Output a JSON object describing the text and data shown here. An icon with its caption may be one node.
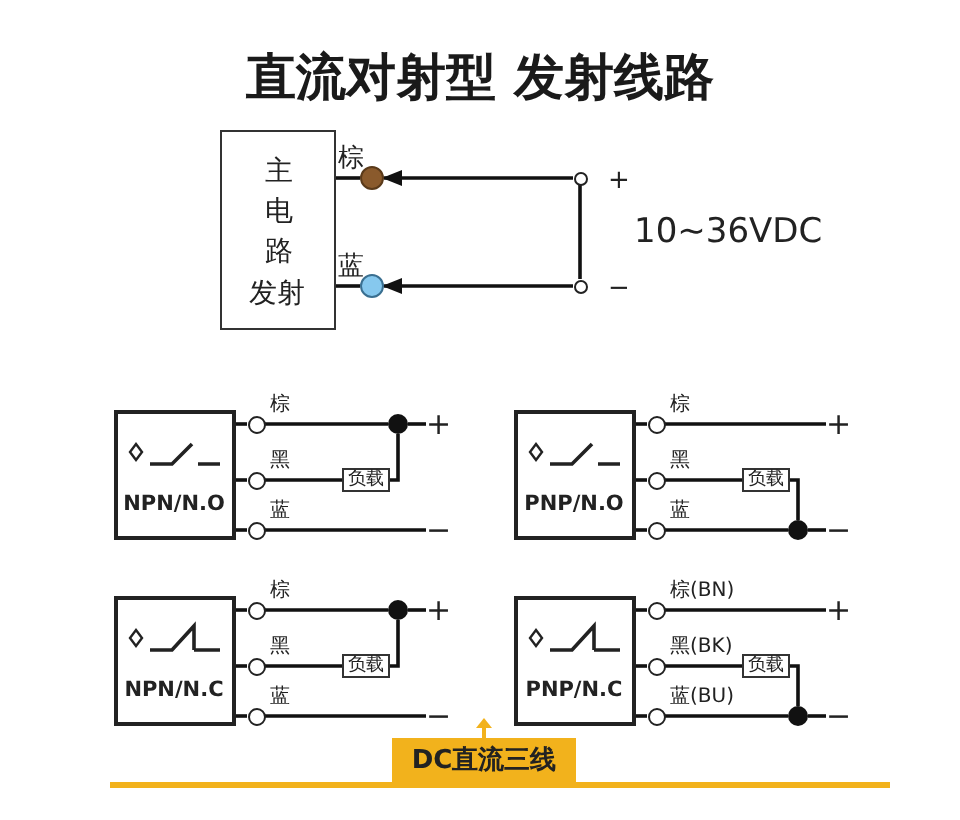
{
  "diagram": {
    "title": "直流对射型 发射线路",
    "nodes": [
      {
        "text": [
          "主电路",
          "发射"
        ]
      },
      {
        "text": [],
        "shape": "circle",
        "beside": [
          "棕"
        ]
      },
      {
        "text": [],
        "shape": "circle",
        "beside": [
          "蓝"
        ]
      },
      {
        "text": [],
        "shape": "circle",
        "beside": [
          "+"
        ]
      },
      {
        "text": [],
        "shape": "circle",
        "beside": [
          "−"
        ]
      },
      {
        "text": [
          "NPN/N.O"
        ]
      },
      {
        "text": [],
        "shape": "circle",
        "beside": [
          "棕"
        ]
      },
      {
        "text": [],
        "shape": "circle",
        "beside": [
          "黑"
        ]
      },
      {
        "text": [],
        "shape": "circle",
        "beside": [
          "蓝"
        ]
      },
      {
        "text": [
          "负载"
        ]
      },
      {
        "text": [],
        "shape": "circle"
      },
      {
        "text": [
          "PNP/N.O"
        ]
      },
      {
        "text": [],
        "shape": "circle",
        "beside": [
          "棕"
        ]
      },
      {
        "text": [],
        "shape": "circle",
        "beside": [
          "黑"
        ]
      },
      {
        "text": [],
        "shape": "circle",
        "beside": [
          "蓝"
        ]
      },
      {
        "text": [
          "负载"
        ]
      },
      {
        "text": [],
        "shape": "circle"
      },
      {
        "text": [
          "NPN/N.C"
        ]
      },
      {
        "text": [],
        "shape": "circle",
        "beside": [
          "棕"
        ]
      },
      {
        "text": [],
        "shape": "circle",
        "beside": [
          "黑"
        ]
      },
      {
        "text": [],
        "shape": "circle",
        "beside": [
          "蓝"
        ]
      },
      {
        "text": [
          "负载"
        ]
      },
      {
        "text": [],
        "shape": "circle"
      },
      {
        "text": [
          "PNP/N.C"
        ]
      },
      {
        "text": [],
        "shape": "circle",
        "beside": [
          "棕(BN)"
        ]
      },
      {
        "text": [],
        "shape": "circle",
        "beside": [
          "黑(BK)"
        ]
      },
      {
        "text": [],
        "shape": "circle",
        "beside": [
          "蓝(BU)"
        ]
      },
      {
        "text": [
          "负载"
        ]
      },
      {
        "text": [],
        "shape": "circle"
      },
      {
        "text": [
          "DC直流三线"
        ]
      },
      {
        "text": [
          "+"
        ]
      },
      {
        "text": [
          "−"
        ]
      },
      {
        "text": [
          "+"
        ]
      },
      {
        "text": [
          "−"
        ]
      },
      {
        "text": [
          "+"
        ]
      },
      {
        "text": [
          "−"
        ]
      },
      {
        "text": [
          "+"
        ]
      },
      {
        "text": [
          "−"
        ]
      }
    ],
    "edges": [
      {
        "from": 0,
        "to": 1,
        "arrow": "none"
      },
      {
        "from": 0,
        "to": 2,
        "arrow": "none"
      },
      {
        "from": 3,
        "to": 1,
        "arrow": "to"
      },
      {
        "from": 4,
        "to": 2,
        "arrow": "to"
      },
      {
        "from": 3,
        "to": 4,
        "arrow": "none"
      },
      {
        "from": 5,
        "to": 6,
        "arrow": "none"
      },
      {
        "from": 5,
        "to": 7,
        "arrow": "none"
      },
      {
        "from": 5,
        "to": 8,
        "arrow": "none"
      },
      {
        "from": 6,
        "to": 10,
        "arrow": "none"
      },
      {
        "from": 10,
        "to": 30,
        "arrow": "none"
      },
      {
        "from": 7,
        "to": 9,
        "arrow": "none"
      },
      {
        "from": 9,
        "to": 10,
        "arrow": "none"
      },
      {
        "from": 8,
        "to": 31,
        "arrow": "none"
      },
      {
        "from": 11,
        "to": 12,
        "arrow": "none"
      },
      {
        "from": 11,
        "to": 13,
        "arrow": "none"
      },
      {
        "from": 11,
        "to": 14,
        "arrow": "none"
      },
      {
        "from": 12,
        "to": 32,
        "arrow": "none"
      },
      {
        "from": 13,
        "to": 15,
        "arrow": "none"
      },
      {
        "from": 15,
        "to": 16,
        "arrow": "none"
      },
      {
        "from": 14,
        "to": 16,
        "arrow": "none"
      },
      {
        "from": 16,
        "to": 33,
        "arrow": "none"
      },
      {
        "from": 17,
        "to": 18,
        "arrow": "none"
      },
      {
        "from": 17,
        "to": 19,
        "arrow": "none"
      },
      {
        "from": 17,
        "to": 20,
        "arrow": "none"
      },
      {
        "from": 18,
        "to": 22,
        "arrow": "none"
      },
      {
        "from": 22,
        "to": 34,
        "arrow": "none"
      },
      {
        "from": 19,
        "to": 21,
        "arrow": "none"
      },
      {
        "from": 21,
        "to": 22,
        "arrow": "none"
      },
      {
        "from": 20,
        "to": 35,
        "arrow": "none"
      },
      {
        "from": 23,
        "to": 24,
        "arrow": "none"
      },
      {
        "from": 23,
        "to": 25,
        "arrow": "none"
      },
      {
        "from": 23,
        "to": 26,
        "arrow": "none"
      },
      {
        "from": 24,
        "to": 36,
        "arrow": "none"
      },
      {
        "from": 25,
        "to": 27,
        "arrow": "none"
      },
      {
        "from": 27,
        "to": 28,
        "arrow": "none"
      },
      {
        "from": 26,
        "to": 28,
        "arrow": "none"
      },
      {
        "from": 28,
        "to": 37,
        "arrow": "none"
      }
    ],
    "labels": [
      "10~36VDC"
    ]
  }
}
